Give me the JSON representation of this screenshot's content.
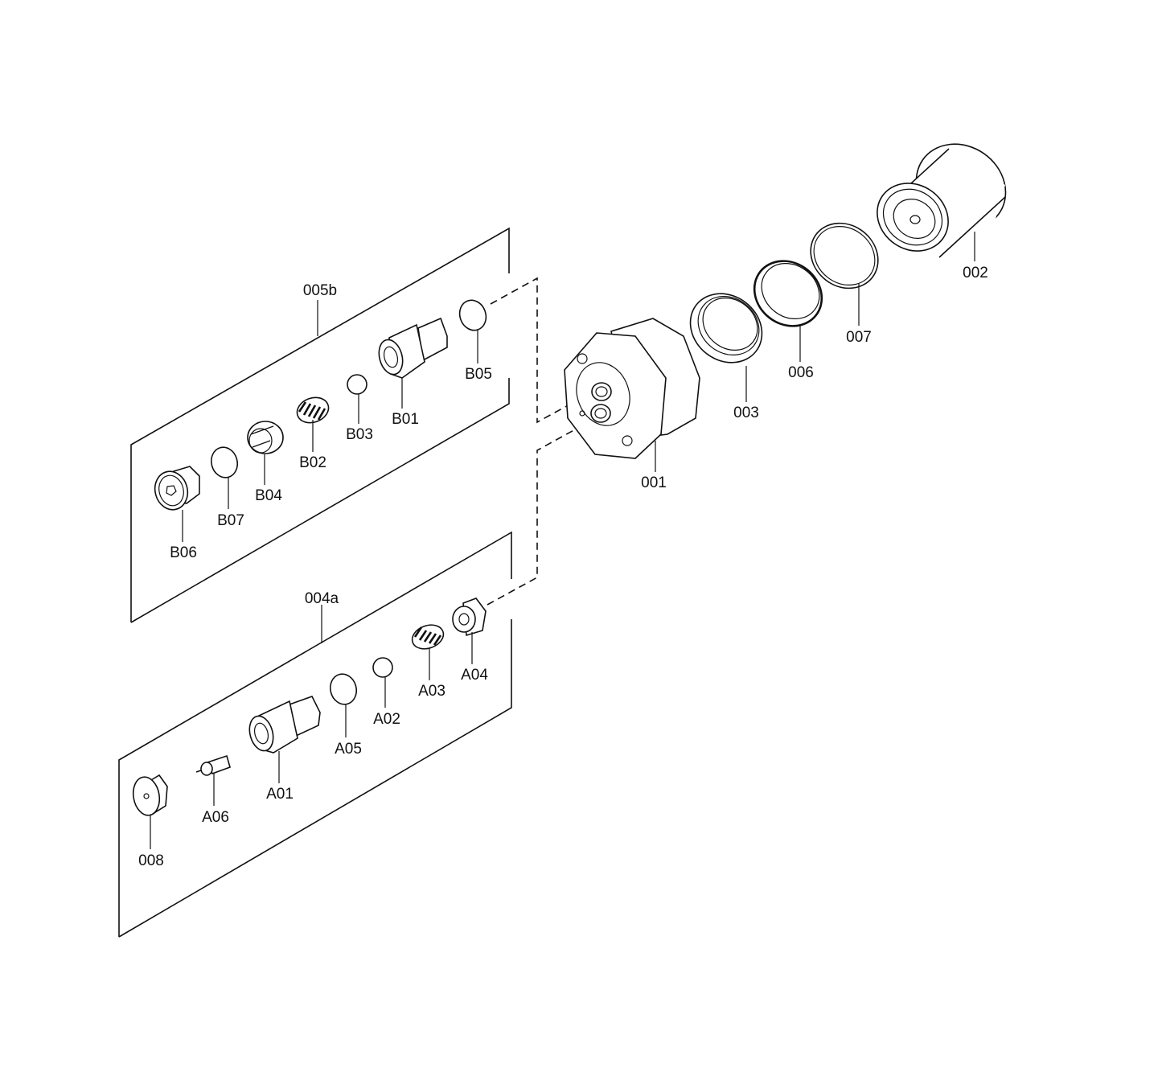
{
  "assembly_labels": {
    "group_b": "005b",
    "group_a": "004a"
  },
  "parts": {
    "p001": "001",
    "p002": "002",
    "p003": "003",
    "p006": "006",
    "p007": "007",
    "p008": "008",
    "b01": "B01",
    "b02": "B02",
    "b03": "B03",
    "b04": "B04",
    "b05": "B05",
    "b06": "B06",
    "b07": "B07",
    "a01": "A01",
    "a02": "A02",
    "a03": "A03",
    "a04": "A04",
    "a05": "A05",
    "a06": "A06"
  }
}
